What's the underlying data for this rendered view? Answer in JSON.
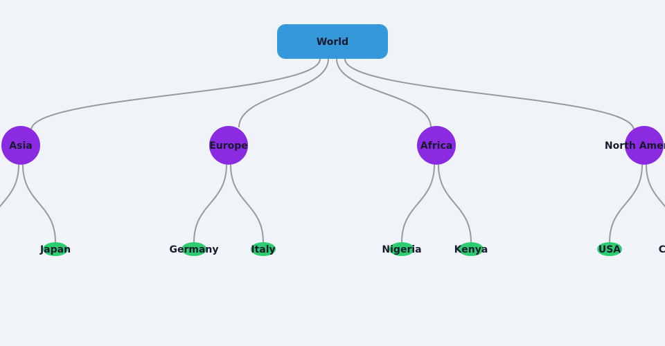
{
  "colors": {
    "root": "#3498db",
    "continent": "#8a2be2",
    "country": "#2ecc71",
    "edge": "#999999",
    "background": "#f0f4f9"
  },
  "root": {
    "label": "World"
  },
  "continents": [
    {
      "label": "Asia",
      "children": [
        "",
        "Japan"
      ]
    },
    {
      "label": "Europe",
      "children": [
        "Germany",
        "Italy"
      ]
    },
    {
      "label": "Africa",
      "children": [
        "Nigeria",
        "Kenya"
      ]
    },
    {
      "label": "North America",
      "children": [
        "USA",
        "Canada"
      ]
    }
  ]
}
